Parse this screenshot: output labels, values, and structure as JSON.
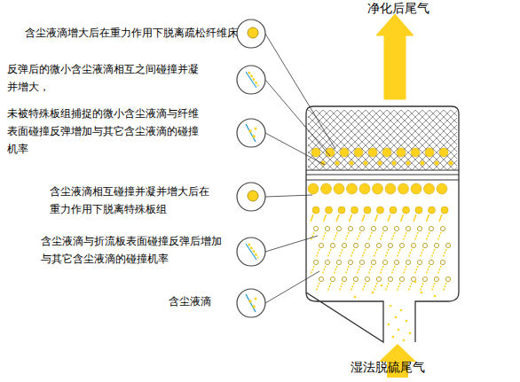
{
  "diagram": {
    "labels": [
      "含尘液滴增大后在重力作用下脱离疏松纤维床",
      "反弹后的微小含尘液滴相互之间碰撞并凝并增大，",
      "未被特殊板组捕捉的微小含尘液滴与纤维表面碰撞反弹增加与其它含尘液滴的碰撞机率",
      "含尘液滴相互碰撞并凝并增大后在重力作用下脱离特殊板组",
      "含尘液滴与折流板表面碰撞反弹后增加与其它含尘液滴的碰撞机率",
      "含尘液滴",
      "净化后尾气",
      "湿法脱硫尾气"
    ]
  }
}
